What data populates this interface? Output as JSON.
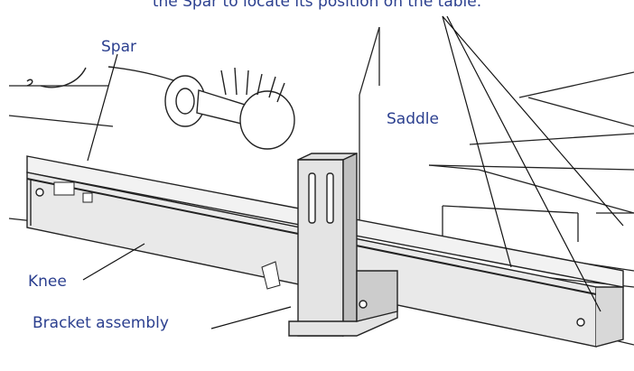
{
  "caption_fragment": "the Spar to locate its position on the table.",
  "labels": {
    "spar": "Spar",
    "saddle": "Saddle",
    "knee": "Knee",
    "bracket": "Bracket assembly"
  },
  "colors": {
    "label_text": "#2b3f8f",
    "line_art": "#222222",
    "leader": "#111111",
    "metal_face": "#e9e9e9",
    "metal_shadow": "#bfbfbf"
  }
}
